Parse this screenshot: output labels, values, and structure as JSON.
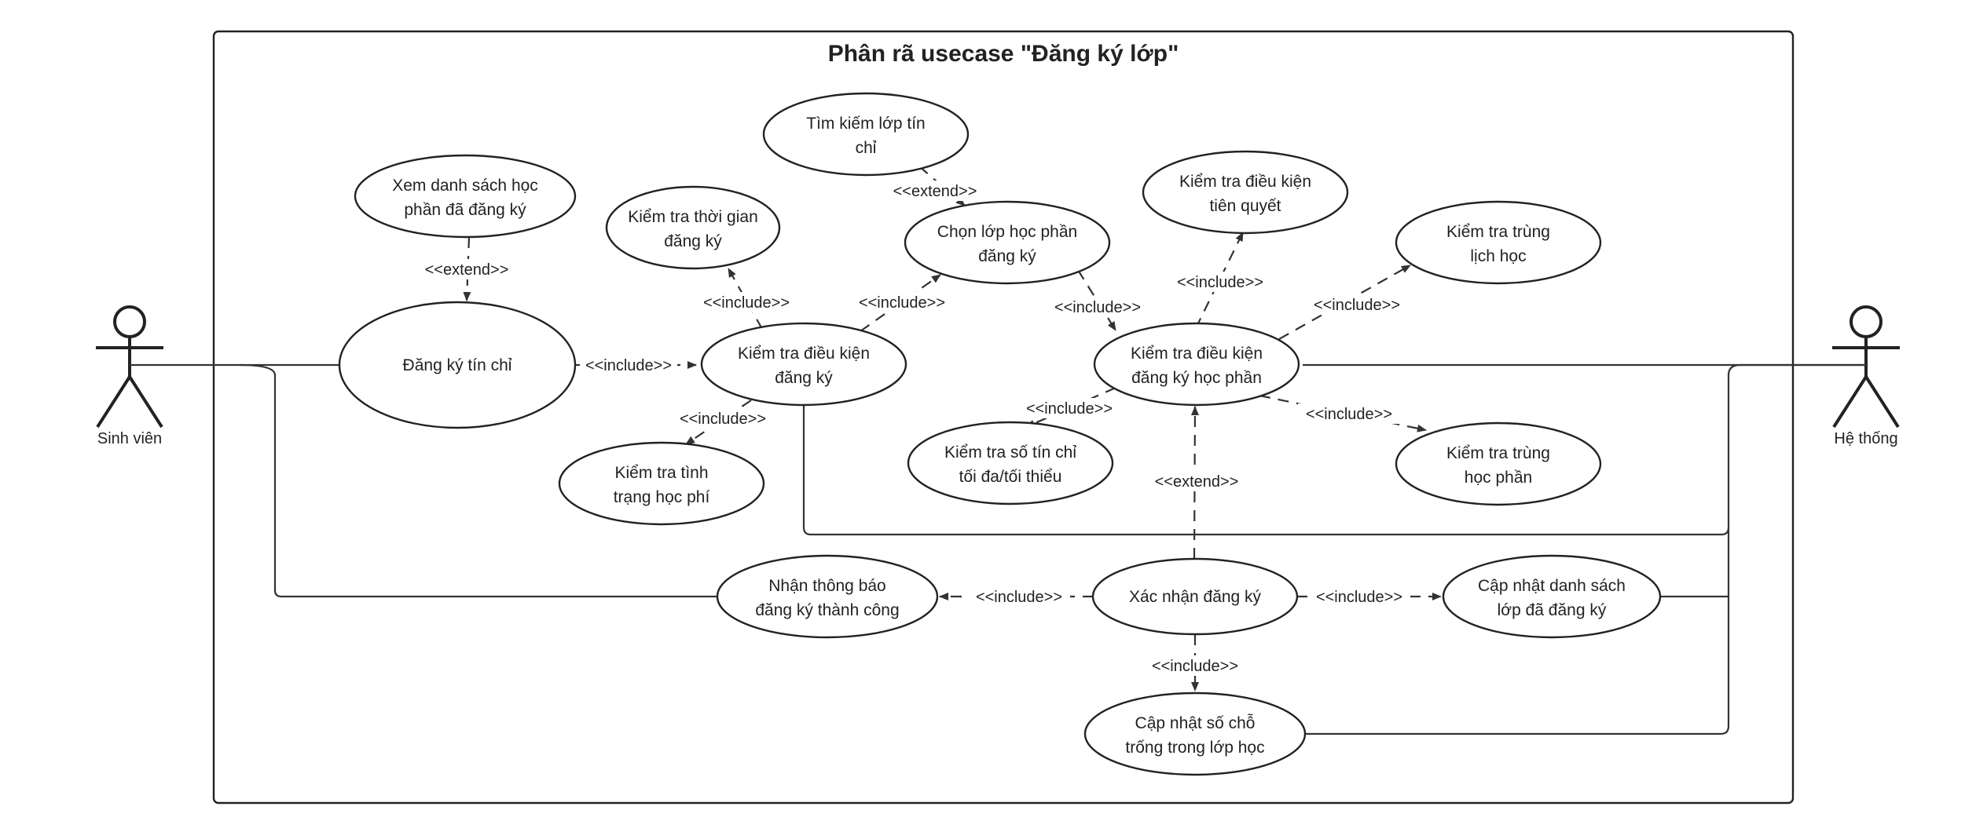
{
  "title": "Phân rã usecase \"Đăng ký lớp\"",
  "actors": {
    "student": "Sinh viên",
    "system": "Hệ thống"
  },
  "use_cases": {
    "register_credits": [
      "Đăng ký tín chỉ"
    ],
    "view_registered": [
      "Xem danh sách học",
      "phần đã đăng ký"
    ],
    "check_time": [
      "Kiểm tra thời gian",
      "đăng ký"
    ],
    "check_conditions": [
      "Kiểm tra điều kiện",
      "đăng ký"
    ],
    "check_tuition": [
      "Kiểm tra tình",
      "trạng học phí"
    ],
    "search_class": [
      "Tìm kiếm lớp tín",
      "chỉ"
    ],
    "choose_class": [
      "Chọn lớp học phần",
      "đăng ký"
    ],
    "check_course_conditions": [
      "Kiểm tra điều kiện",
      "đăng ký học phần"
    ],
    "check_prerequisites": [
      "Kiểm tra điều kiện",
      "tiên quyết"
    ],
    "check_schedule_conflict": [
      "Kiểm tra trùng",
      "lịch học"
    ],
    "check_credit_limit": [
      "Kiểm tra số tín chỉ",
      "tối đa/tối thiểu"
    ],
    "check_duplicate_course": [
      "Kiểm tra trùng",
      "học phần"
    ],
    "confirm_registration": [
      "Xác nhận đăng ký"
    ],
    "success_notification": [
      "Nhận thông báo",
      "đăng ký thành công"
    ],
    "update_registered_list": [
      "Cập nhật danh sách",
      "lớp đã đăng ký"
    ],
    "update_seats": [
      "Cập nhật số chỗ",
      "trống trong lớp học"
    ]
  },
  "relation_labels": {
    "include": "<<include>>",
    "extend": "<<extend>>"
  }
}
